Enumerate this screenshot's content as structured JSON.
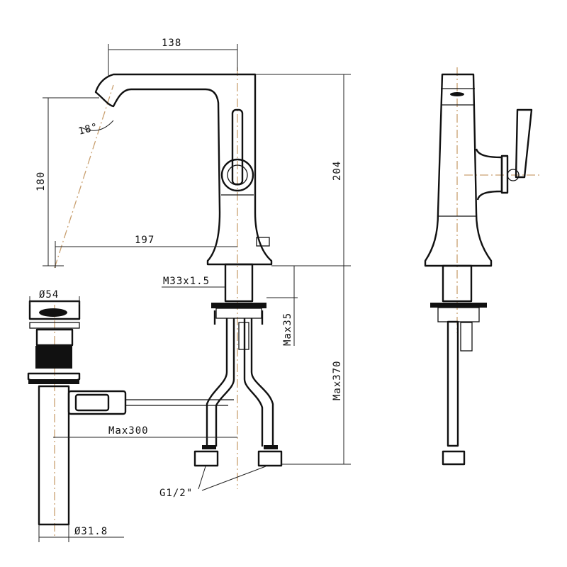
{
  "drawing": {
    "title": "Faucet technical drawing",
    "colors": {
      "outline": "#111111",
      "centerline": "#c9a070"
    },
    "front_view": {
      "width_spout": "138",
      "spout_angle": "18°",
      "spout_height": "180",
      "total_height": "204",
      "reach": "197",
      "thread": "M33x1.5",
      "max_deck": "Max35",
      "max_below": "Max370"
    },
    "drain": {
      "top_diameter": "Ø54",
      "max_rod": "Max300",
      "pipe_diameter": "Ø31.8"
    },
    "connection": "G1/2\""
  }
}
